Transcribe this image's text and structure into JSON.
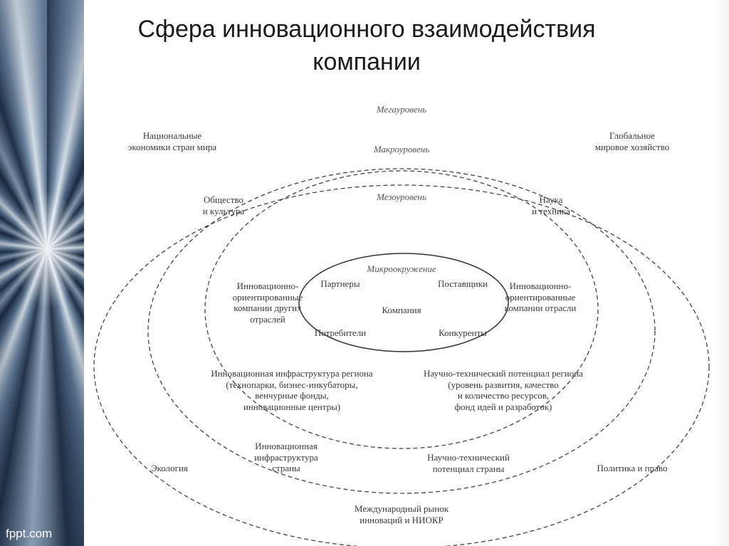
{
  "title": {
    "line1": "Сфера инновационного взаимодействия",
    "line2": "компании"
  },
  "watermark": "fppt.com",
  "colors": {
    "ink": "#3a3a3a",
    "title": "#1a1a1a",
    "accent_panel": "#2b4460"
  },
  "levels": {
    "mega": "Мегауровень",
    "macro": "Макроуровень",
    "meso": "Мезоуровень",
    "micro": "Микроокружение"
  },
  "center": "Компания",
  "micro_nodes": {
    "partners": "Партнеры",
    "suppliers": "Поставщики",
    "consumers": "Потребители",
    "competitors": "Конкуренты"
  },
  "meso_nodes": {
    "other_industries": "Инновационно-\nориентированные\nкомпании других\nотраслей",
    "industry_companies": "Инновационно-\nориентированные\nкомпании отрасли",
    "regional_infrastructure": "Инновационная инфраструктура региона\n(технопарки, бизнес-инкубаторы,\nвенчурные фонды,\nинновационные центры)",
    "regional_potential": "Научно-технический потенциал региона\n(уровень развития, качество\nи количество ресурсов,\nфонд идей и разработок)"
  },
  "macro_nodes": {
    "society": "Общество\nи культура",
    "science": "Наука\nи техника",
    "country_infrastructure": "Инновационная\nинфраструктура\nстраны",
    "country_potential": "Научно-технический\nпотенциал страны"
  },
  "mega_nodes": {
    "national_economies": "Национальные\nэкономики стран мира",
    "global_economy": "Глобальное\nмировое хозяйство",
    "ecology": "Экология",
    "politics": "Политика и право",
    "market": "Международный рынок\nинноваций и НИОКР"
  }
}
